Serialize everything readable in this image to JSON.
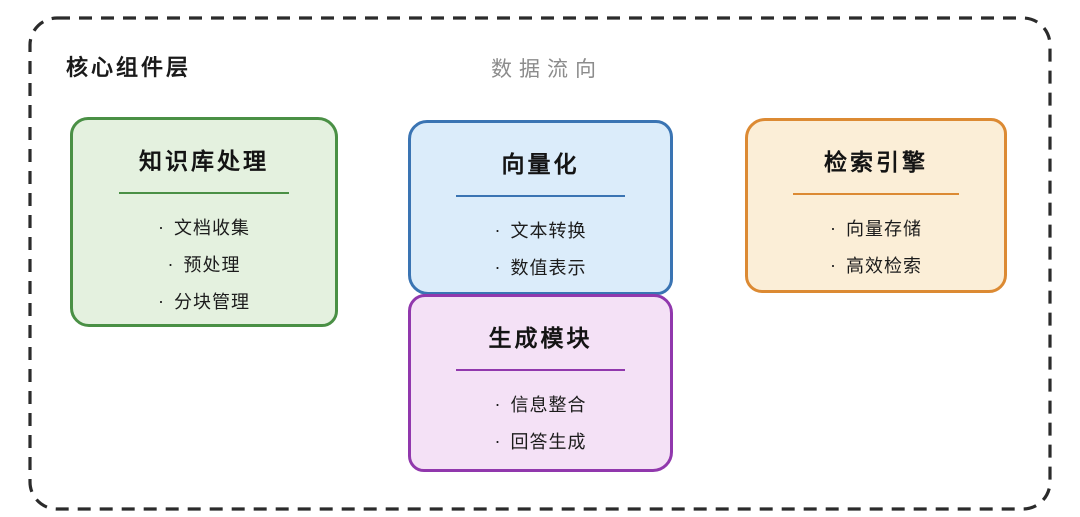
{
  "frame": {
    "border_color": "#2b2b2b",
    "background": "#ffffff"
  },
  "header": {
    "title": "核心组件层",
    "title_color": "#1a1a1a"
  },
  "flow": {
    "label": "数据流向",
    "color": "#8c8c8c"
  },
  "bullet": "·",
  "components": [
    {
      "id": "knowledge-base-processing",
      "title": "知识库处理",
      "items": [
        "文档收集",
        "预处理",
        "分块管理"
      ],
      "border_color": "#4a9045",
      "fill_color": "#e4f1df"
    },
    {
      "id": "vectorization",
      "title": "向量化",
      "items": [
        "文本转换",
        "数值表示"
      ],
      "border_color": "#3a74b3",
      "fill_color": "#dbecfa"
    },
    {
      "id": "generation-module",
      "title": "生成模块",
      "items": [
        "信息整合",
        "回答生成"
      ],
      "border_color": "#9138ad",
      "fill_color": "#f4e1f6"
    },
    {
      "id": "retrieval-engine",
      "title": "检索引擎",
      "items": [
        "向量存储",
        "高效检索"
      ],
      "border_color": "#dc8a33",
      "fill_color": "#fbeed7"
    }
  ]
}
